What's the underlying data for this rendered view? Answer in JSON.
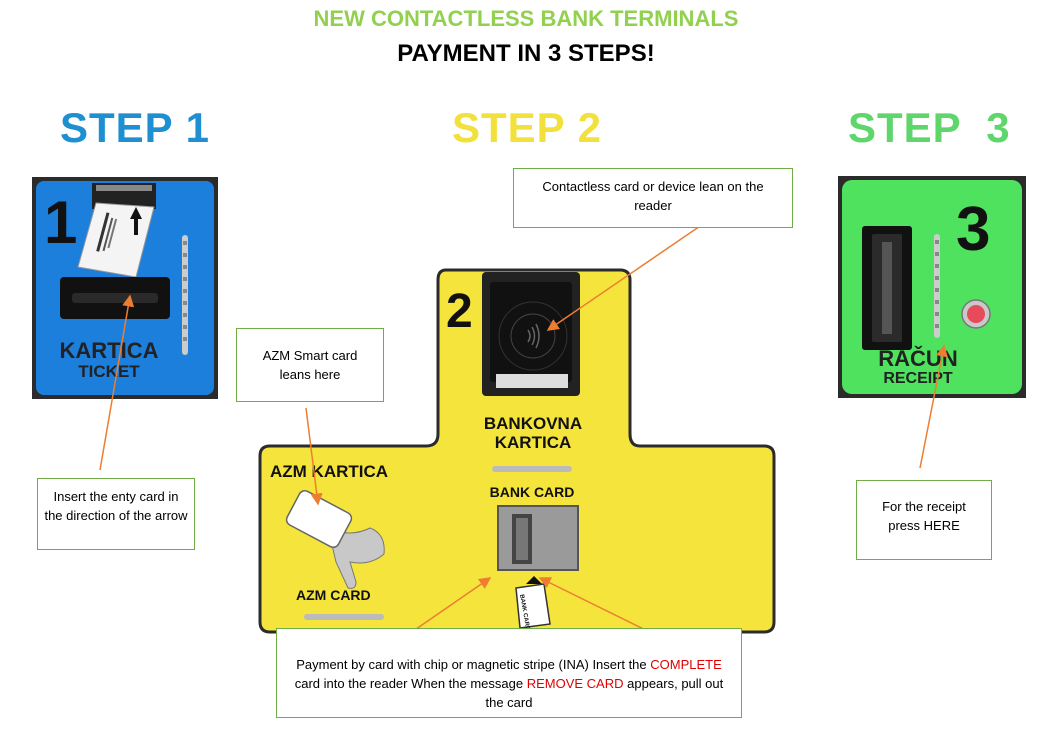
{
  "header": {
    "title": "NEW CONTACTLESS BANK TERMINALS",
    "subtitle": "PAYMENT IN 3 STEPS!"
  },
  "steps": [
    {
      "label": "STEP 1",
      "color": "#1e90d2"
    },
    {
      "label": "STEP 2",
      "color": "#f2e13c"
    },
    {
      "label": "STEP  3",
      "color": "#5fd66b"
    }
  ],
  "terminal1": {
    "digit": "1",
    "label": "KARTICA",
    "sublabel": "TICKET",
    "color": "#1c7fdc"
  },
  "terminal2": {
    "digit": "2",
    "bank_label_line1": "BANKOVNA",
    "bank_label_line2": "KARTICA",
    "azm_label": "AZM KARTICA",
    "azm_card_label": "AZM CARD",
    "bank_card_label": "BANK CARD",
    "slot_card_text": "BANK CARD",
    "color": "#f5e43c"
  },
  "terminal3": {
    "digit": "3",
    "label": "RAČUN",
    "sublabel": "RECEIPT",
    "color": "#4fe25e"
  },
  "notes": {
    "contactless": "Contactless card or device  lean on  the reader",
    "azm_smart": "AZM Smart card leans here",
    "insert_entry": "Insert the enty card in the direction of the arrow",
    "receipt": "For the receipt press HERE",
    "payment_part1": "Payment by card with chip or magnetic stripe (INA) Insert the ",
    "payment_complete": "COMPLETE",
    "payment_part2": " card into the reader When the message ",
    "payment_remove": "REMOVE CARD",
    "payment_part3": " appears, pull out the card"
  },
  "colors": {
    "note_border": "#70ad47",
    "arrow": "#ed7d31",
    "highlight_red": "#e00000"
  }
}
